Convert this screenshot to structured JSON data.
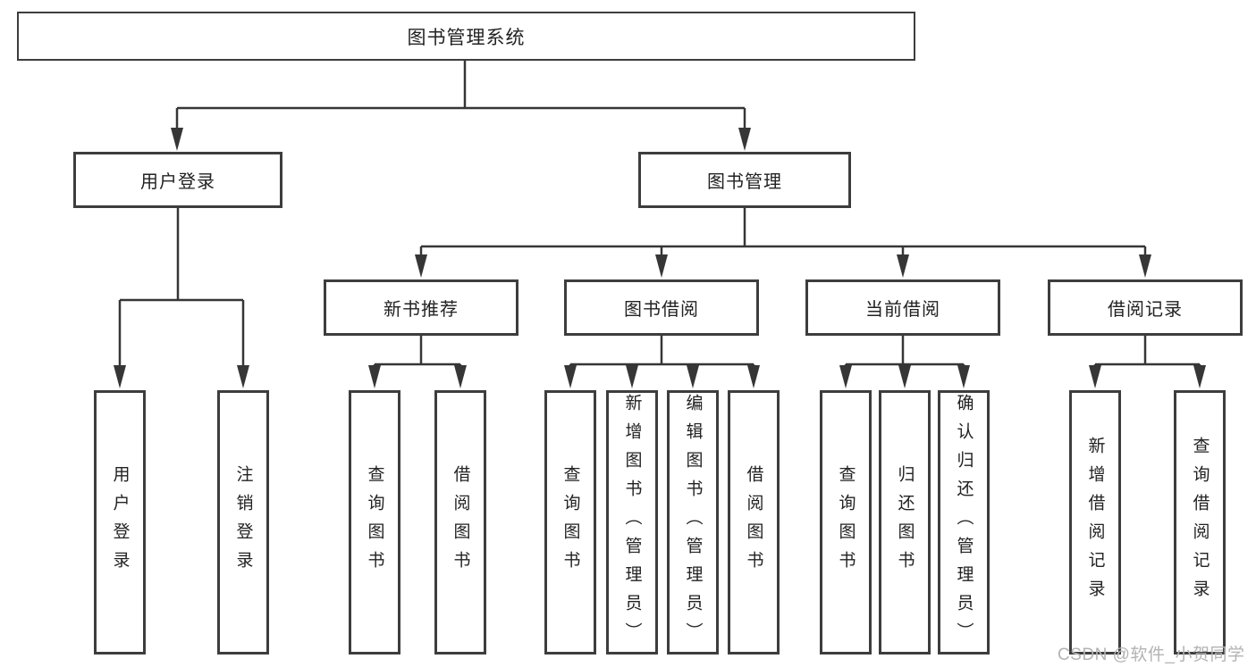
{
  "diagram_title": "图书管理系统",
  "watermark": "CSDN @软件_小贺同学",
  "colors": {
    "line": "#363636",
    "border": "#3d3d3d",
    "text": "#222222",
    "watermark": "#b3b3b3",
    "bg": "#ffffff"
  },
  "tree": {
    "root": {
      "label": "图书管理系统"
    },
    "branches": [
      {
        "label": "用户登录",
        "children": [
          {
            "label": "用户登录"
          },
          {
            "label": "注销登录"
          }
        ]
      },
      {
        "label": "图书管理",
        "children": [
          {
            "label": "新书推荐",
            "children": [
              {
                "label": "查询图书"
              },
              {
                "label": "借阅图书"
              }
            ]
          },
          {
            "label": "图书借阅",
            "children": [
              {
                "label": "查询图书"
              },
              {
                "label": "新增图书（管理员）"
              },
              {
                "label": "编辑图书（管理员）"
              },
              {
                "label": "借阅图书"
              }
            ]
          },
          {
            "label": "当前借阅",
            "children": [
              {
                "label": "查询图书"
              },
              {
                "label": "归还图书"
              },
              {
                "label": "确认归还（管理员）"
              }
            ]
          },
          {
            "label": "借阅记录",
            "children": [
              {
                "label": "新增借阅记录"
              },
              {
                "label": "查询借阅记录"
              }
            ]
          }
        ]
      }
    ]
  }
}
